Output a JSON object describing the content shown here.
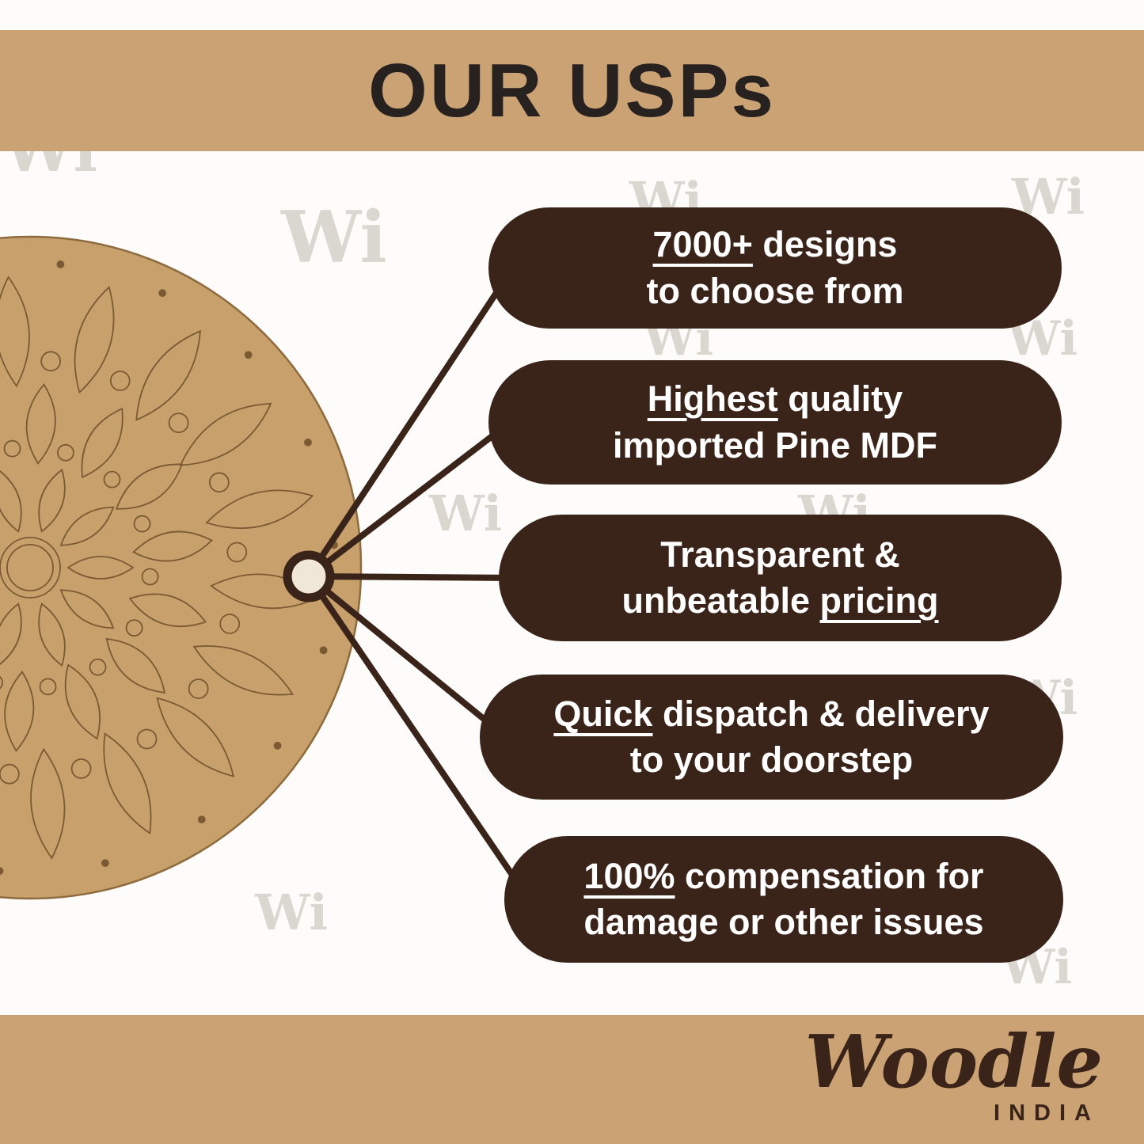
{
  "title": "OUR USPs",
  "watermark": "Wi",
  "usps": [
    {
      "lines": [
        [
          {
            "t": "7000+",
            "u": true
          },
          {
            "t": " designs",
            "u": false
          }
        ],
        [
          {
            "t": "to choose from",
            "u": false
          }
        ]
      ]
    },
    {
      "lines": [
        [
          {
            "t": "Highest",
            "u": true
          },
          {
            "t": " quality",
            "u": false
          }
        ],
        [
          {
            "t": "imported Pine MDF",
            "u": false
          }
        ]
      ]
    },
    {
      "lines": [
        [
          {
            "t": "Transparent &",
            "u": false
          }
        ],
        [
          {
            "t": "unbeatable ",
            "u": false
          },
          {
            "t": "pricing",
            "u": true
          }
        ]
      ]
    },
    {
      "lines": [
        [
          {
            "t": "Quick",
            "u": true
          },
          {
            "t": " dispatch & delivery",
            "u": false
          }
        ],
        [
          {
            "t": "to your doorstep",
            "u": false
          }
        ]
      ]
    },
    {
      "lines": [
        [
          {
            "t": "100%",
            "u": true
          },
          {
            "t": " compensation for",
            "u": false
          }
        ],
        [
          {
            "t": "damage or other issues",
            "u": false
          }
        ]
      ]
    }
  ],
  "footer": {
    "brand": "Woodle",
    "country": "INDIA"
  },
  "colors": {
    "banner": "#CBA274",
    "pill": "#3A2318",
    "wood": "#C7A06C",
    "wood_line": "#7B5A33",
    "hub_fill": "#F0E7D8",
    "title_text": "#27221F",
    "watermark_light": "#DAD7D0",
    "watermark_tan": "#B7905C"
  }
}
